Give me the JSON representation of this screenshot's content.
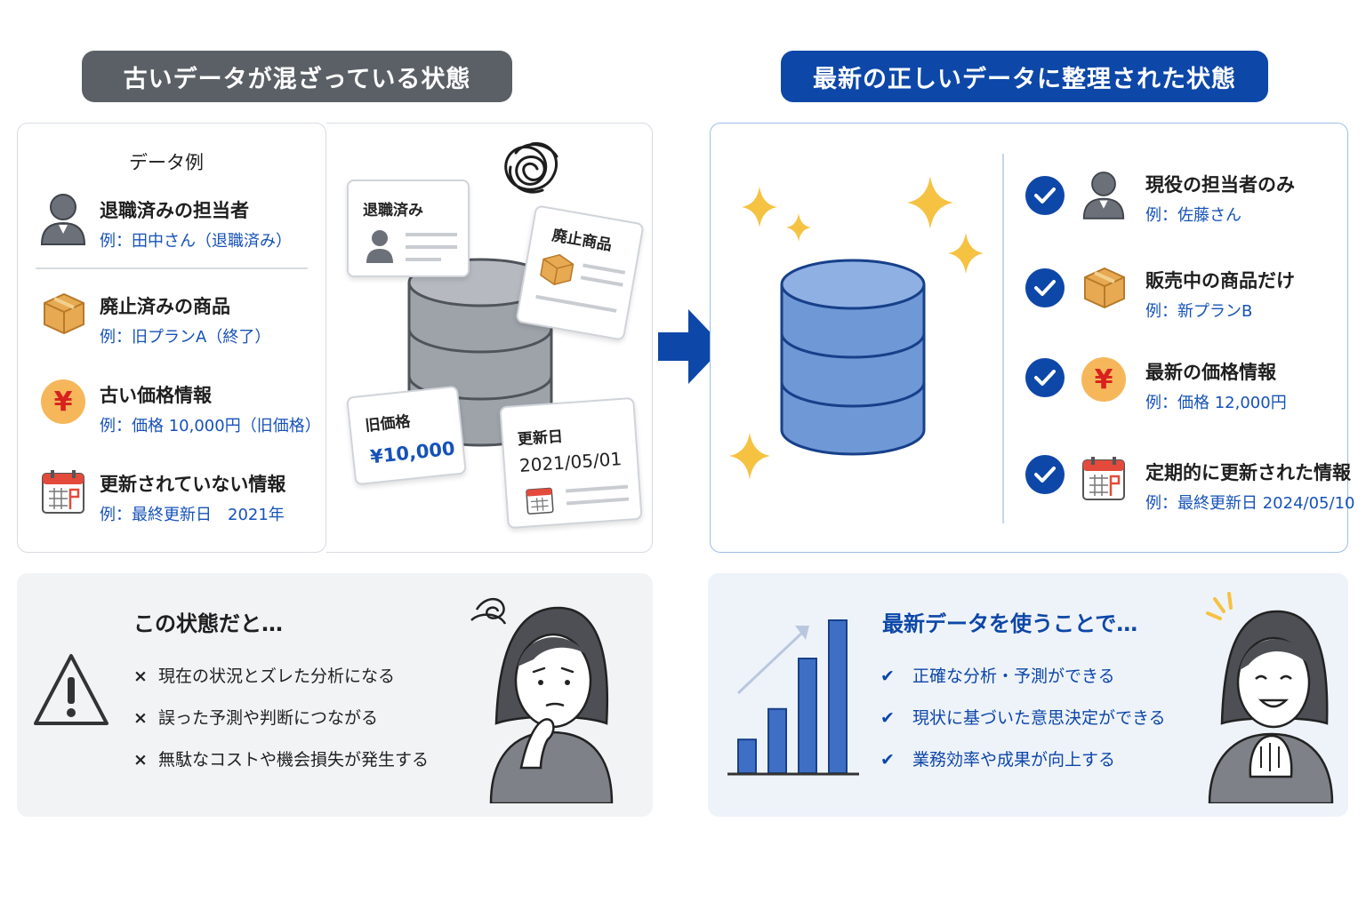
{
  "left_header": "古いデータが混ざっている状態",
  "right_header": "最新の正しいデータに整理された状態",
  "old_data": {
    "section_title": "データ例",
    "items": [
      {
        "label": "退職済みの担当者",
        "example": "例：田中さん（退職済み）",
        "icon": "person-icon"
      },
      {
        "label": "廃止済みの商品",
        "example": "例：旧プランA（終了）",
        "icon": "box-icon"
      },
      {
        "label": "古い価格情報",
        "example": "例：価格 10,000円（旧価格）",
        "icon": "yen-icon"
      },
      {
        "label": "更新されていない情報",
        "example": "例：最終更新日　2021年",
        "icon": "calendar-icon"
      }
    ]
  },
  "scattered_cards": {
    "retired": "退職済み",
    "discontinued": "廃止商品",
    "old_price_title": "旧価格",
    "old_price_value": "¥10,000",
    "updated_title": "更新日",
    "updated_value": "2021/05/01"
  },
  "new_data": {
    "items": [
      {
        "label": "現役の担当者のみ",
        "example": "例：佐藤さん",
        "icon": "person-icon"
      },
      {
        "label": "販売中の商品だけ",
        "example": "例：新プランB",
        "icon": "box-icon"
      },
      {
        "label": "最新の価格情報",
        "example": "例：価格 12,000円",
        "icon": "yen-icon"
      },
      {
        "label": "定期的に更新された情報",
        "example": "例：最終更新日 2024/05/10",
        "icon": "calendar-icon"
      }
    ]
  },
  "problems": {
    "title": "この状態だと…",
    "items": [
      "現在の状況とズレた分析になる",
      "誤った予測や判断につながる",
      "無駄なコストや機会損失が発生する"
    ]
  },
  "benefits": {
    "title": "最新データを使うことで…",
    "items": [
      "正確な分析・予測ができる",
      "現状に基づいた意思決定ができる",
      "業務効率や成果が向上する"
    ]
  },
  "symbols": {
    "cross": "×",
    "check": "✔",
    "yen": "¥"
  },
  "bar_chart": {
    "values": [
      0.22,
      0.42,
      0.75,
      1.0
    ]
  },
  "colors": {
    "accent_blue": "#0d47a8",
    "gray_header": "#5b6066",
    "db_blue": "#6f98d6",
    "db_gray": "#9ea3aa",
    "sparkle": "#f5c242"
  }
}
